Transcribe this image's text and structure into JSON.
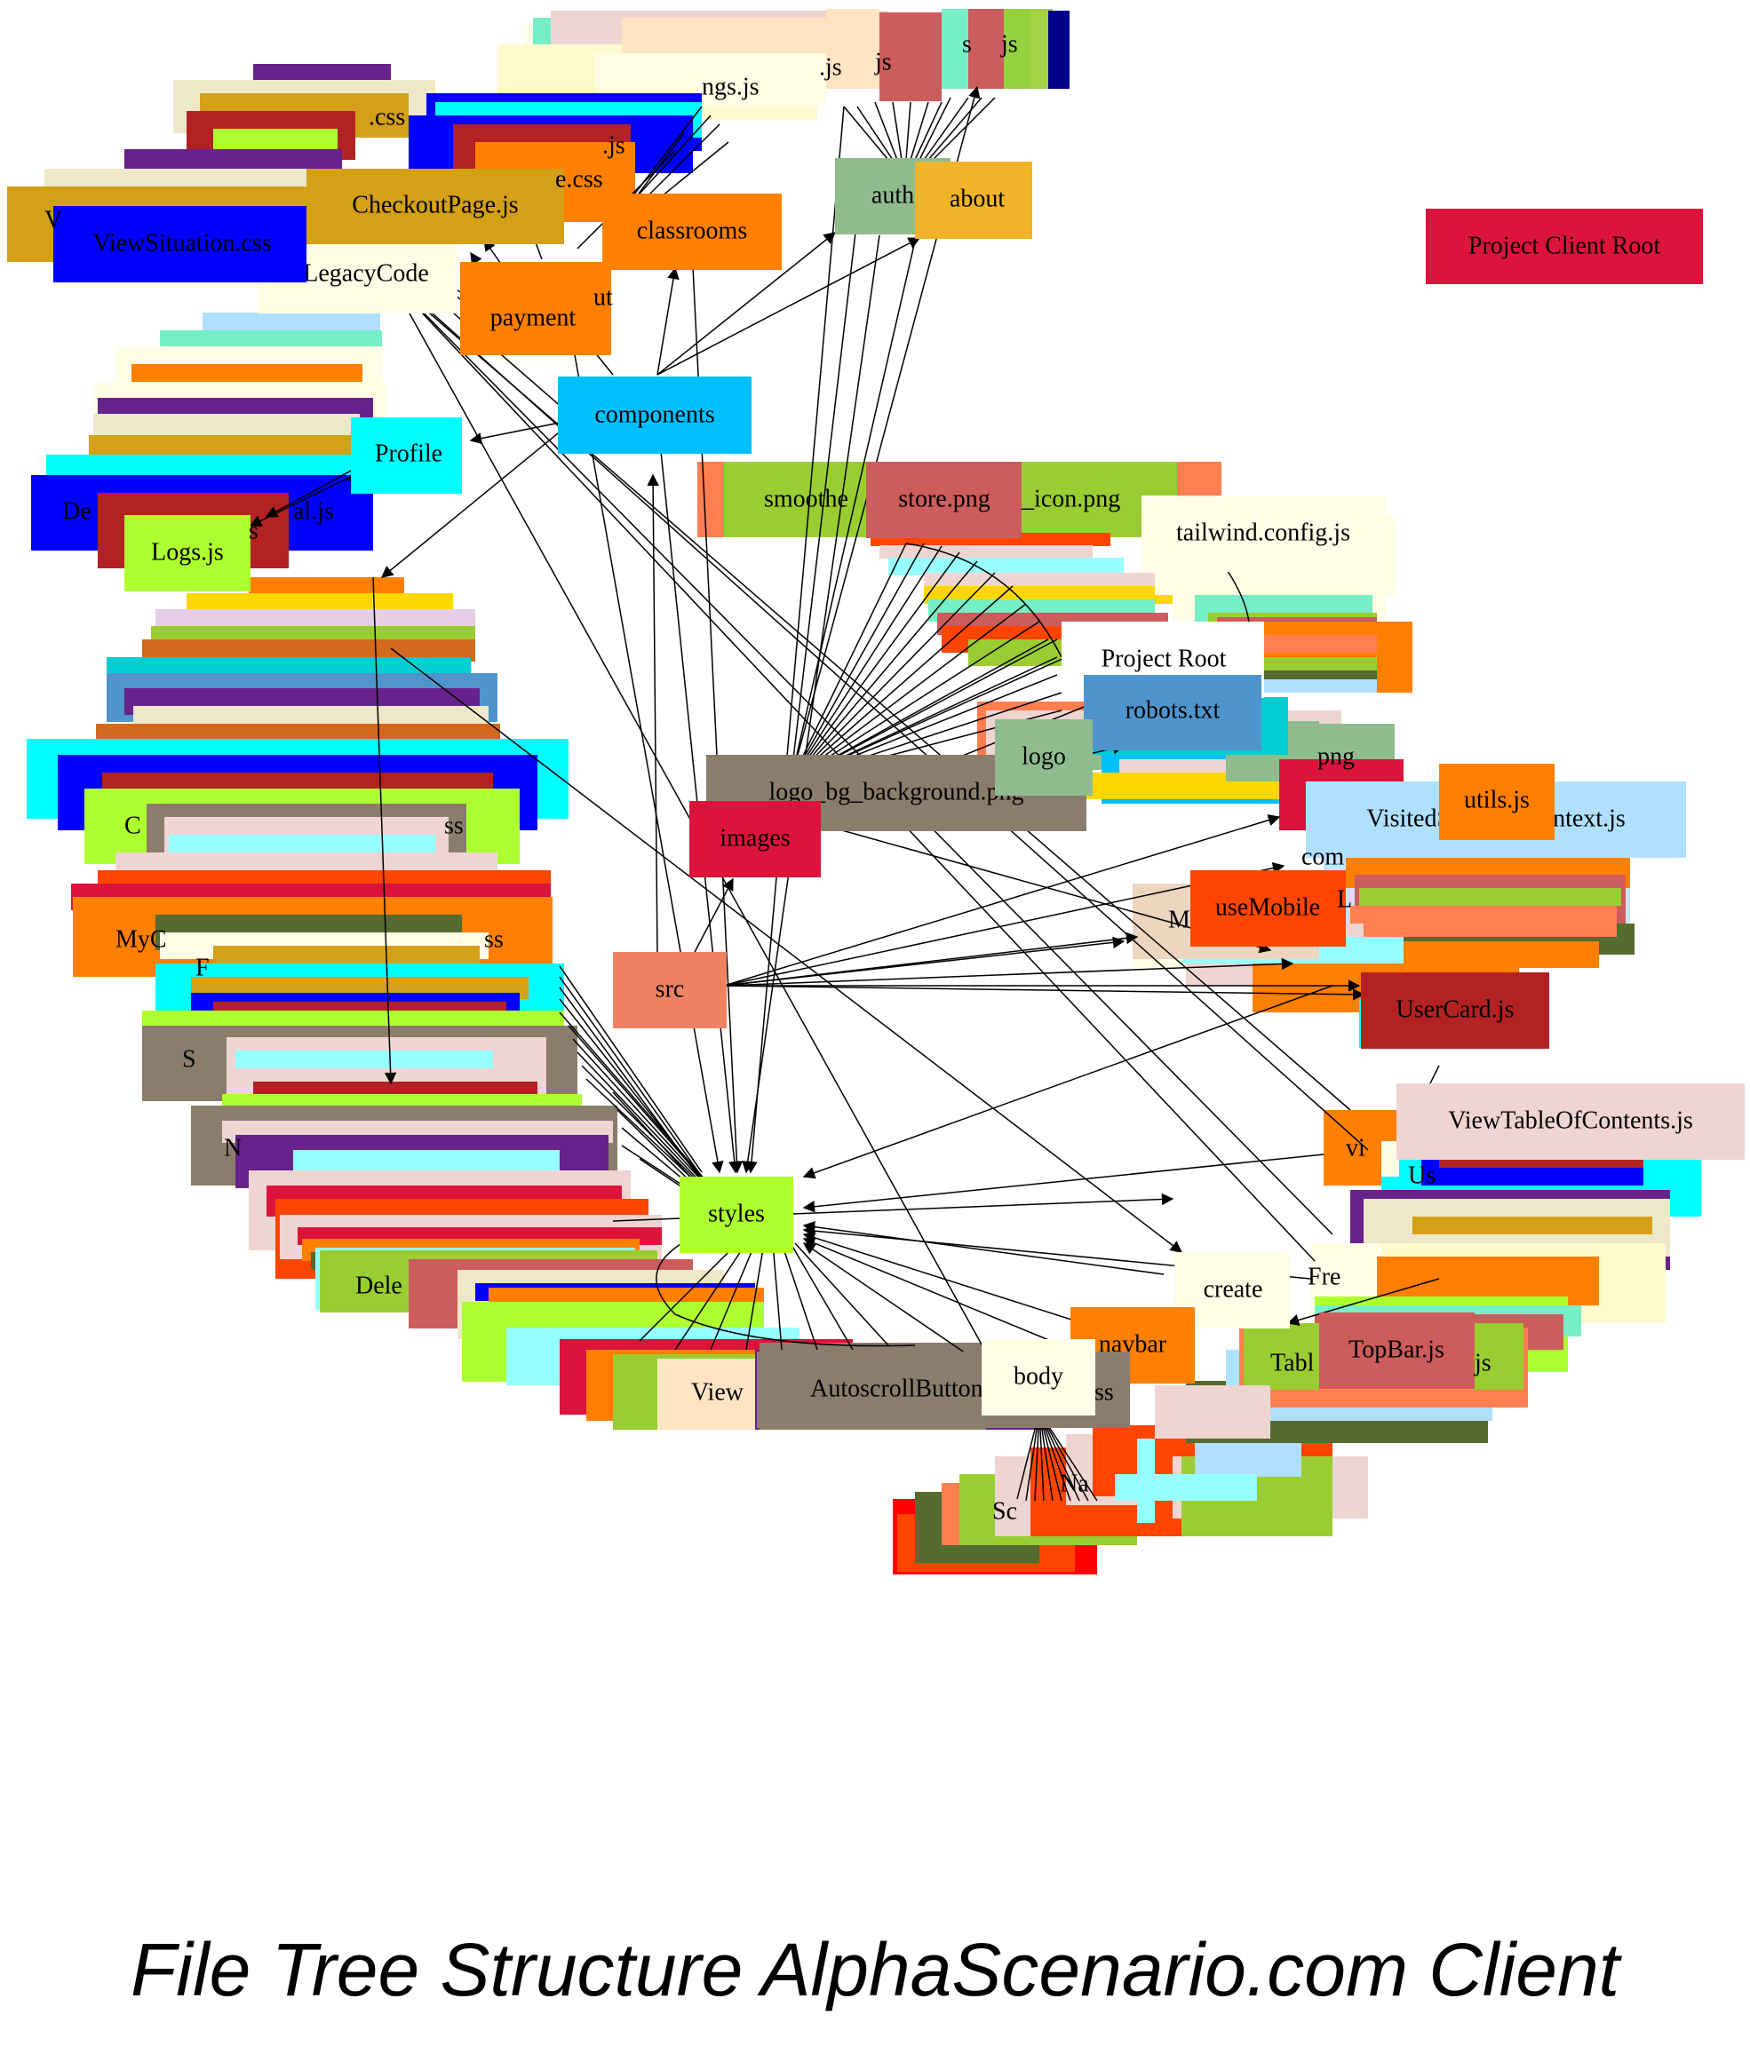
{
  "caption": "File Tree Structure AlphaScenario.com Client",
  "nodes": {
    "project_client_root": {
      "label": "Project Client Root",
      "color": "#dc143c"
    },
    "project_root": {
      "label": "Project Root",
      "color": "#ffffff"
    },
    "src": {
      "label": "src",
      "color": "#ee8262"
    },
    "images": {
      "label": "images",
      "color": "#dc143c"
    },
    "styles": {
      "label": "styles",
      "color": "#adff2f"
    },
    "components": {
      "label": "components",
      "color": "#00bfff"
    },
    "auth": {
      "label": "auth",
      "color": "#8fbc8f"
    },
    "about": {
      "label": "about",
      "color": "#f0b429"
    },
    "classrooms": {
      "label": "classrooms",
      "color": "#ff7f00"
    },
    "payment": {
      "label": "payment",
      "color": "#ff7f00"
    },
    "legacycode": {
      "label": "LegacyCode",
      "color": "#fffde6"
    },
    "profile": {
      "label": "Profile",
      "color": "#00ffff"
    },
    "logs": {
      "label": "Logs.js",
      "color": "#adff2f"
    },
    "checkoutpage": {
      "label": "CheckoutPage.js",
      "color": "#d4a017"
    },
    "viewsituation_css": {
      "label": "ViewSituation.css",
      "color": "#0000ff"
    },
    "store_png": {
      "label": "store.png",
      "color": "#cd5c5c"
    },
    "tailwind": {
      "label": "tailwind.config.js",
      "color": "#fffde6"
    },
    "robots": {
      "label": "robots.txt",
      "color": "#4f94cd"
    },
    "logo": {
      "label": "logo",
      "color": "#8fbc8f"
    },
    "logo_bg": {
      "label": "logo_bg_background.png",
      "color": "#8b7d6b"
    },
    "utils": {
      "label": "utils.js",
      "color": "#ff7f00"
    },
    "visited_context": {
      "label": "VisitedScenarioContext.js",
      "color": "#b0e0ff"
    },
    "usemobile": {
      "label": "useMobile",
      "color": "#ff4500"
    },
    "usercard": {
      "label": "UserCard.js",
      "color": "#b22222"
    },
    "viewtoc": {
      "label": "ViewTableOfContents.js",
      "color": "#eed5d2"
    },
    "create": {
      "label": "create",
      "color": "#fffde6"
    },
    "navbar": {
      "label": "navbar",
      "color": "#ff7f00"
    },
    "body": {
      "label": "body",
      "color": "#fffde6"
    },
    "topbar": {
      "label": "TopBar.js",
      "color": "#cd5c5c"
    },
    "autoscroll": {
      "label": "AutoscrollButton.css",
      "color": "#8b7d6b"
    }
  },
  "fragments": {
    "settings_js": "ngs.js",
    "icon_png": "_icon.png",
    "smoothe": "smoothe",
    "css1": ".css",
    "css2": "e.css",
    "js1": ".js",
    "js2": ".js",
    "js3": "js",
    "s1": "s",
    "ut": "ut",
    "dea": "De",
    "al_js": "al.js",
    "png1": "png",
    "my": "MyC",
    "ss1": "ss",
    "ss2": "ss",
    "c1": "C",
    "dele": "Dele",
    "view": "View",
    "vi": "vi",
    "fre": "Fre",
    "tabl": "Tabl",
    "sc": "Sc",
    "na": "Na",
    "us": "Us",
    "s_frag": "S",
    "n_frag": "N",
    "l_frag": "L",
    "m_frag": "M",
    "com": "com",
    "js4": "js",
    "ss3": "ss",
    "vw": "V",
    "f_frag": "F",
    "s2": "s"
  }
}
